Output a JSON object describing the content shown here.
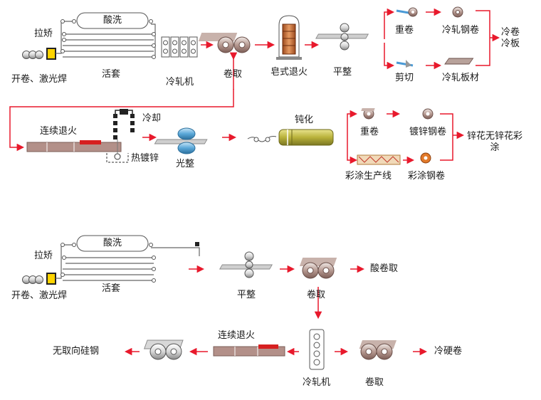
{
  "top": {
    "labels": {
      "uncoil_weld": "开卷、激光焊",
      "tension_leveler": "拉矫",
      "pickling": "酸洗",
      "looper": "活套",
      "cold_mill": "冷轧机",
      "coiling": "卷取",
      "bell_annealing": "皂式退火",
      "temper": "平整",
      "recoil": "重卷",
      "shear": "剪切",
      "cold_coil": "冷轧钢卷",
      "cold_sheet": "冷轧板材",
      "output_cold": "冷卷冷板",
      "continuous_annealing": "连续退火",
      "cooling": "冷却",
      "hot_dip_galv": "热镀锌",
      "skin_pass": "光整",
      "passivation": "钝化",
      "recoil2": "重卷",
      "galv_coil": "镀锌钢卷",
      "output_zinc": "锌花无锌花彩涂",
      "color_line": "彩涂生产线",
      "color_coil": "彩涂钢卷"
    }
  },
  "bottom": {
    "labels": {
      "uncoil_weld": "开卷、激光焊",
      "tension_leveler": "拉矫",
      "pickling": "酸洗",
      "looper": "活套",
      "temper": "平整",
      "coiling": "卷取",
      "acid_coil": "酸卷取",
      "cold_mill": "冷轧机",
      "coiling2": "卷取",
      "hard_coil": "冷硬卷",
      "continuous_annealing": "连续退火",
      "non_oriented": "无取向硅钢"
    }
  },
  "colors": {
    "arrow": "#e8192c",
    "coil": "#a88278",
    "strip": "#b39089",
    "annealer": "#d46a2a",
    "galv_roll": "#5aa7d8",
    "passivation": "#c6c04a",
    "paint": "#e27a2a",
    "weld_box": "#ffd400"
  }
}
